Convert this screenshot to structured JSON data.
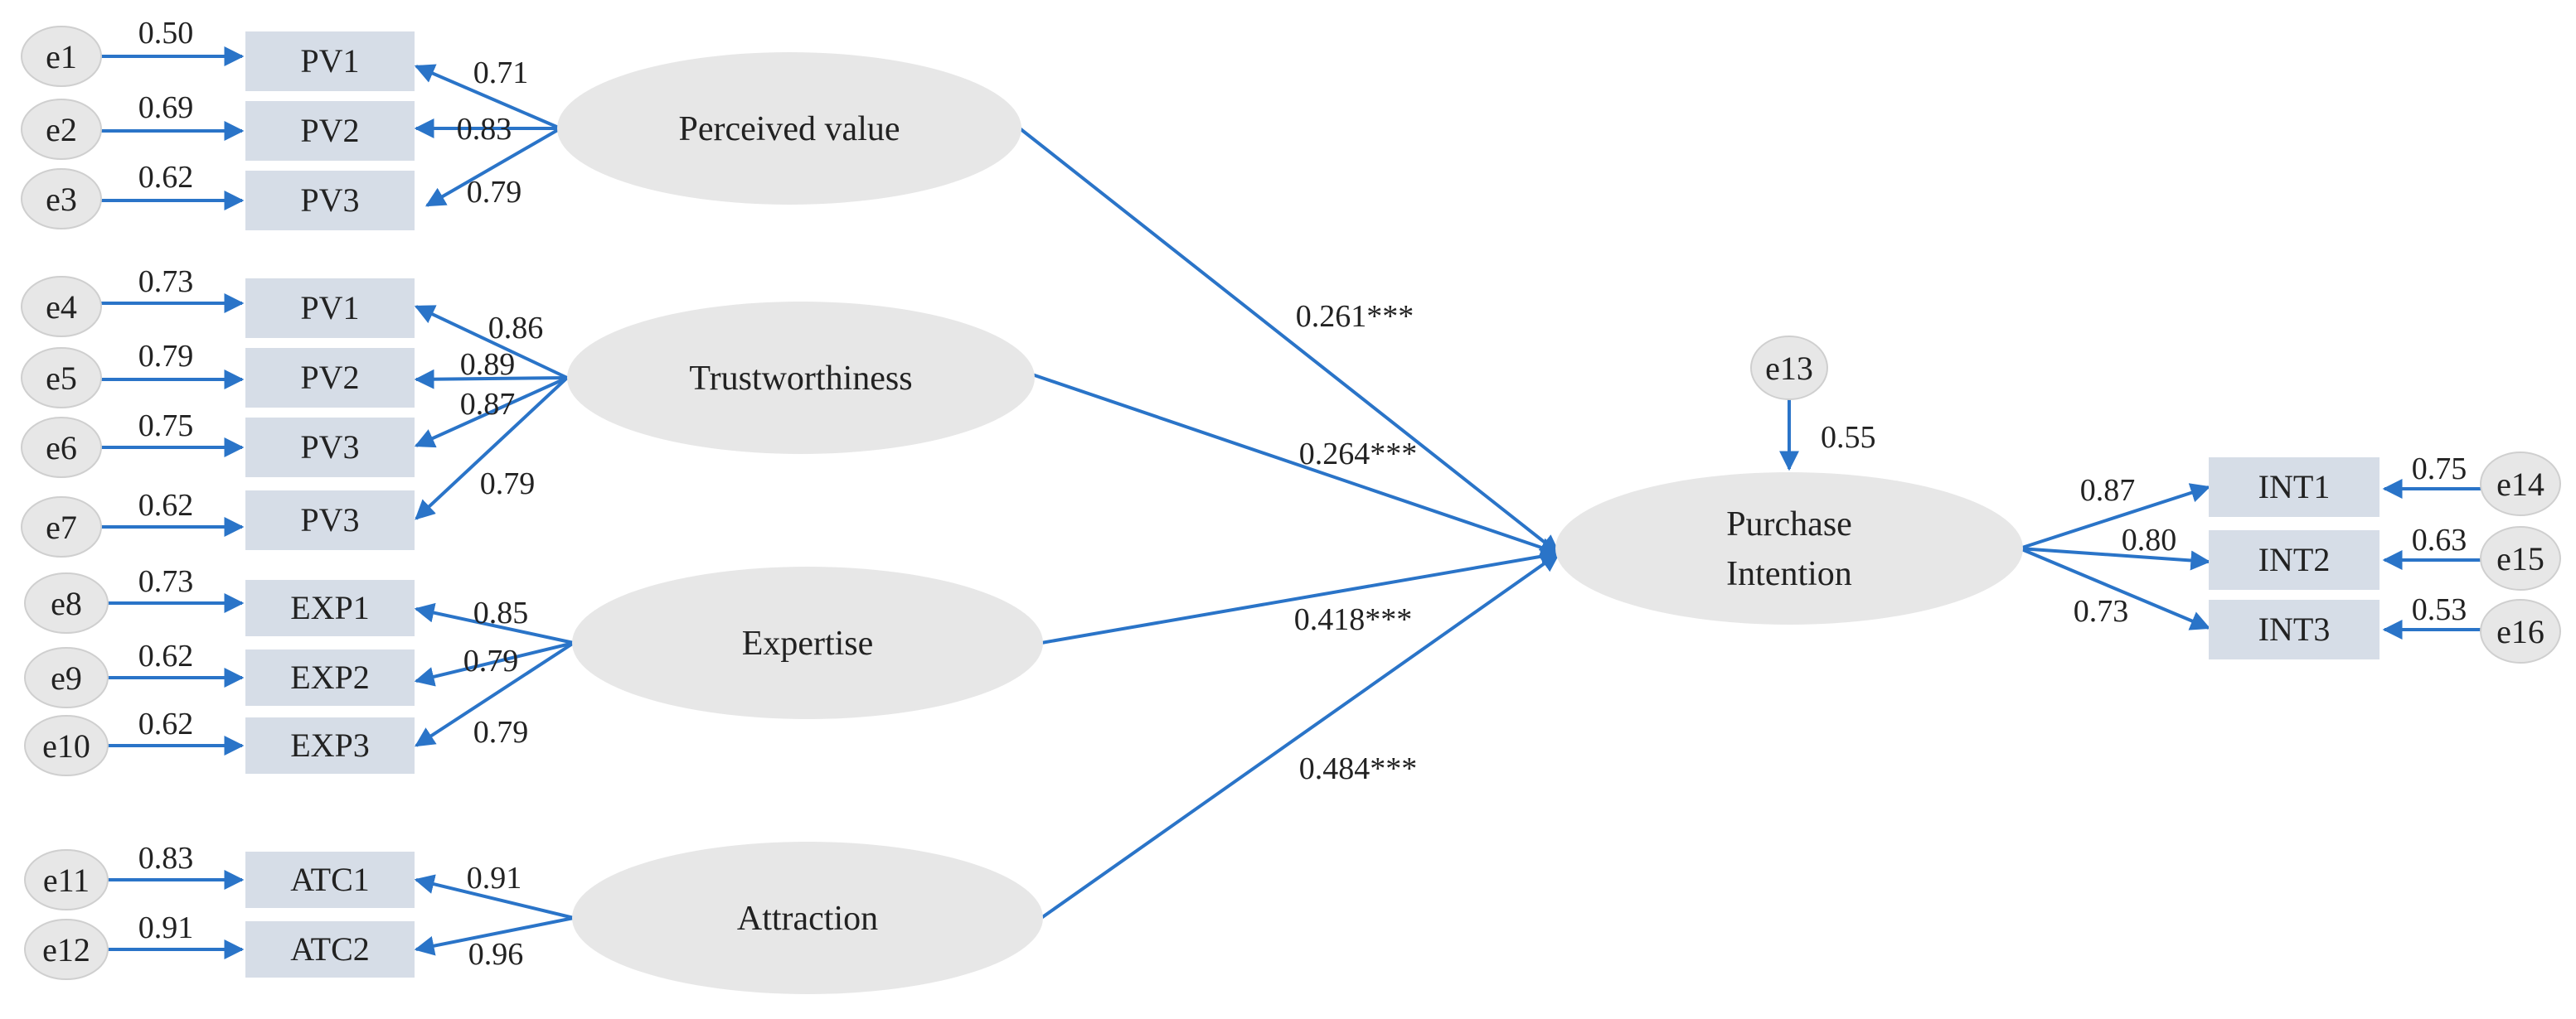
{
  "latents": {
    "pv": "Perceived value",
    "tw": "Trustworthiness",
    "ex": "Expertise",
    "at": "Attraction",
    "pi_line1": "Purchase",
    "pi_line2": "Intention"
  },
  "indicators": {
    "pv": [
      "PV1",
      "PV2",
      "PV3"
    ],
    "tw": [
      "PV1",
      "PV2",
      "PV3",
      "PV3"
    ],
    "ex": [
      "EXP1",
      "EXP2",
      "EXP3"
    ],
    "at": [
      "ATC1",
      "ATC2"
    ],
    "pi": [
      "INT1",
      "INT2",
      "INT3"
    ]
  },
  "errors": {
    "left": [
      "e1",
      "e2",
      "e3",
      "e4",
      "e5",
      "e6",
      "e7",
      "e8",
      "e9",
      "e10",
      "e11",
      "e12"
    ],
    "e13": "e13",
    "right": [
      "e14",
      "e15",
      "e16"
    ]
  },
  "error_weights": {
    "left": [
      "0.50",
      "0.69",
      "0.62",
      "0.73",
      "0.79",
      "0.75",
      "0.62",
      "0.73",
      "0.62",
      "0.62",
      "0.83",
      "0.91"
    ],
    "e13": "0.55",
    "right": [
      "0.75",
      "0.63",
      "0.53"
    ]
  },
  "loadings": {
    "pv": [
      "0.71",
      "0.83",
      "0.79"
    ],
    "tw": [
      "0.86",
      "0.89",
      "0.87",
      "0.79"
    ],
    "ex": [
      "0.85",
      "0.79",
      "0.79"
    ],
    "at": [
      "0.91",
      "0.96"
    ],
    "pi": [
      "0.87",
      "0.80",
      "0.73"
    ]
  },
  "paths": {
    "pv": "0.261***",
    "tw": "0.264***",
    "ex": "0.418***",
    "at": "0.484***"
  },
  "colors": {
    "arrow": "#2a74c8",
    "ellipse": "#e7e7e7",
    "box": "#d6dde7"
  }
}
